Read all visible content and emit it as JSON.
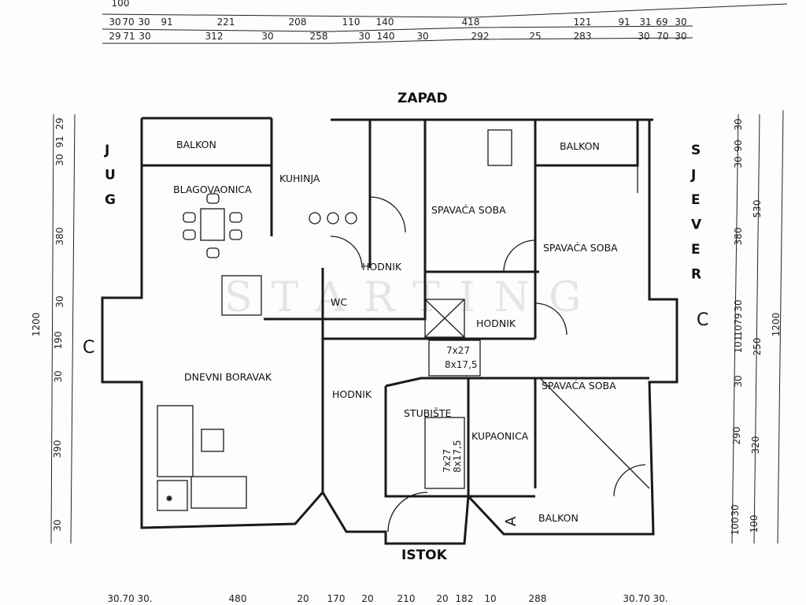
{
  "orientation": {
    "top": "ZAPAD",
    "bottom": "ISTOK",
    "left": "JUG",
    "right": "SJEVER"
  },
  "rooms": {
    "balkon_jug": "BALKON",
    "blagovaonica": "BLAGOVAONICA",
    "kuhinja": "KUHINJA",
    "spavaca_1": "SPAVAĆA SOBA",
    "balkon_sjever": "BALKON",
    "spavaca_2": "SPAVAĆA SOBA",
    "hodnik_1": "HODNIK",
    "wc": "WC",
    "hodnik_2": "HODNIK",
    "dnevni": "DNEVNI BORAVAK",
    "hodnik_3": "HODNIK",
    "stubiste": "STUBIŠTE",
    "kupaonica": "KUPAONICA",
    "spavaca_3": "SPAVAĆA SOBA",
    "balkon_istok": "BALKON"
  },
  "stairs": {
    "upper_1": "7x27",
    "upper_2": "8x17,5",
    "lower_1": "7x27",
    "lower_2": "8x17,5"
  },
  "section_marks": {
    "c_left": "C",
    "c_right": "C",
    "a": "A"
  },
  "watermark": "STARTING",
  "dimensions": {
    "top_partial": [
      "100"
    ],
    "top_row1": [
      "30",
      "70",
      "30",
      "91",
      "221",
      "208",
      "110",
      "140",
      "418",
      "121",
      "91",
      "31",
      "69",
      "30"
    ],
    "top_row2": [
      "29",
      "71",
      "30",
      "312",
      "30",
      "258",
      "30",
      "140",
      "30",
      "292",
      "25",
      "283",
      "30",
      "70",
      "30"
    ],
    "bottom": [
      "30.70 30.",
      "480",
      "20",
      "170",
      "20",
      "210",
      "20",
      "182",
      "10",
      "288",
      "30.70 30."
    ],
    "right_col1": [
      "30",
      "90",
      "30",
      "380",
      "30",
      "79",
      "10",
      "101",
      "30",
      "290",
      "30",
      "100"
    ],
    "right_col2": [
      "530",
      "250",
      "320",
      "100"
    ],
    "right_col3": [
      "1200"
    ],
    "left_col1": [
      "1200"
    ],
    "left_col2": [
      "29",
      "91",
      "30",
      "380",
      "30",
      "190",
      "30",
      "390",
      "30"
    ]
  }
}
